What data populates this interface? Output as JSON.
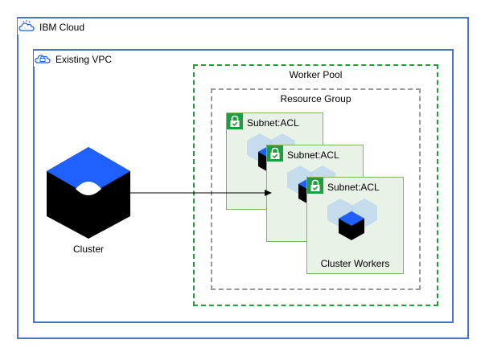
{
  "ibm_cloud": {
    "label": "IBM Cloud",
    "icon": "cloud-icon"
  },
  "vpc": {
    "label": "Existing VPC",
    "icon": "vpc-cloud-icon"
  },
  "worker_pool": {
    "label": "Worker Pool"
  },
  "resource_group": {
    "label": "Resource Group"
  },
  "subnets": [
    {
      "label": "Subnet:ACL"
    },
    {
      "label": "Subnet:ACL"
    },
    {
      "label": "Subnet:ACL"
    }
  ],
  "cluster": {
    "label": "Cluster",
    "icon": "cluster-icon"
  },
  "cluster_workers": {
    "label": "Cluster Workers",
    "icon": "cluster-workers-icon"
  },
  "colors": {
    "ibm_blue": "#1f60fe",
    "vpc_border": "#4a73c9",
    "worker_pool_border": "#1f9d3f",
    "resource_group_border": "#999999",
    "subnet_fill": "#e9f2e7",
    "subnet_border": "#82b366",
    "lock_green": "#1f9d3f"
  }
}
